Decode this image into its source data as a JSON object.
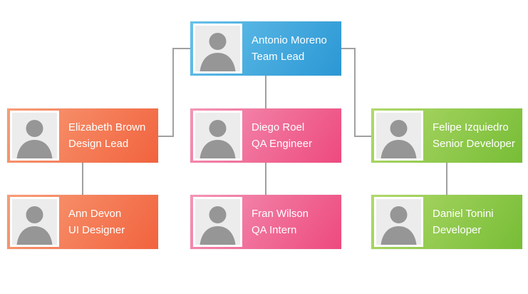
{
  "org_chart": {
    "connector_color": "#a0a0a0",
    "text_color": "#ffffff",
    "nodes": [
      {
        "name": "Antonio Moreno",
        "role": "Team Lead",
        "color_from": "#67c1ea",
        "color_to": "#2b97d4"
      },
      {
        "name": "Elizabeth Brown",
        "role": "Design Lead",
        "color_from": "#f89d77",
        "color_to": "#f1633e"
      },
      {
        "name": "Diego Roel",
        "role": "QA Engineer",
        "color_from": "#f495b5",
        "color_to": "#ed4a7e"
      },
      {
        "name": "Felipe Izquiedro",
        "role": "Senior Developer",
        "color_from": "#b1d96b",
        "color_to": "#77bd36"
      },
      {
        "name": "Ann Devon",
        "role": "UI Designer",
        "color_from": "#f89d77",
        "color_to": "#f1633e"
      },
      {
        "name": "Fran Wilson",
        "role": "QA Intern",
        "color_from": "#f495b5",
        "color_to": "#ed4a7e"
      },
      {
        "name": "Daniel Tonini",
        "role": "Developer",
        "color_from": "#b1d96b",
        "color_to": "#77bd36"
      }
    ]
  }
}
